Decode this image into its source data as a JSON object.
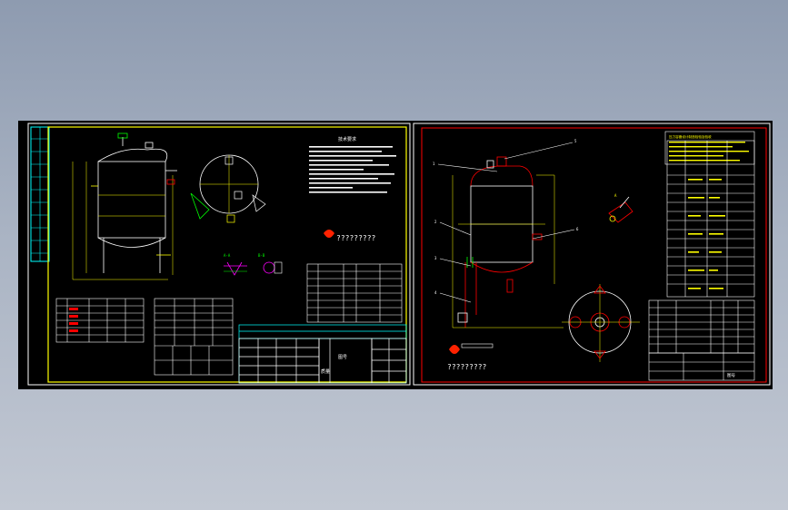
{
  "sheet_left": {
    "tech_req_title": "技术要求",
    "watermark_text": "?????????",
    "sheet_label": "图号",
    "status_label": "质量"
  },
  "sheet_right": {
    "watermark_text": "?????????",
    "header_text": "压力容器设计制造检验及验收",
    "callouts": [
      "1",
      "2",
      "3",
      "4",
      "5",
      "6"
    ],
    "view_label": "A",
    "title_label": "图号"
  },
  "colors": {
    "background": "#98a3b6",
    "frame_yellow": "#ffff00",
    "frame_red": "#ff0000",
    "frame_white": "#ffffff",
    "frame_cyan": "#00ffff",
    "frame_green": "#00ff00",
    "frame_magenta": "#ff00ff"
  }
}
